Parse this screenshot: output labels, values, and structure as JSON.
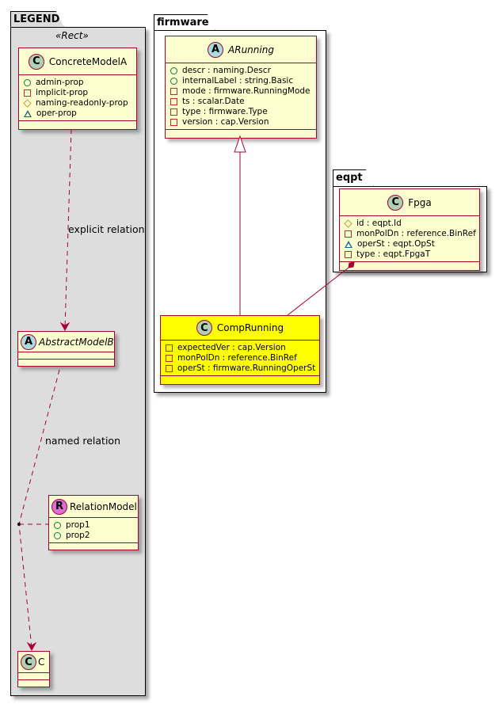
{
  "packages": {
    "legend": {
      "name": "LEGEND",
      "stereotype": "«Rect»",
      "classes": {
        "concrete": {
          "kind": "class",
          "badge": "C",
          "name": "ConcreteModelA",
          "attributes": [
            {
              "visibility": "public",
              "text": "admin-prop"
            },
            {
              "visibility": "private",
              "text": "implicit-prop"
            },
            {
              "visibility": "protected",
              "text": "naming-readonly-prop"
            },
            {
              "visibility": "package",
              "text": "oper-prop"
            }
          ]
        },
        "abstract": {
          "kind": "abstract",
          "badge": "A",
          "name": "AbstractModelB",
          "attributes": []
        },
        "relation": {
          "kind": "relation",
          "badge": "R",
          "name": "RelationModel",
          "attributes": [
            {
              "visibility": "public",
              "text": "prop1"
            },
            {
              "visibility": "public",
              "text": "prop2"
            }
          ]
        },
        "c": {
          "kind": "class",
          "badge": "C",
          "name": "C",
          "attributes": []
        }
      },
      "relations": {
        "explicit": "explicit relation",
        "named": "named relation"
      }
    },
    "firmware": {
      "name": "firmware",
      "classes": {
        "arunning": {
          "kind": "abstract",
          "badge": "A",
          "name": "ARunning",
          "attributes": [
            {
              "visibility": "public",
              "text": "descr : naming.Descr"
            },
            {
              "visibility": "public",
              "text": "internalLabel : string.Basic"
            },
            {
              "visibility": "private",
              "text": "mode : firmware.RunningMode"
            },
            {
              "visibility": "private",
              "text": "ts : scalar.Date"
            },
            {
              "visibility": "private",
              "text": "type : firmware.Type"
            },
            {
              "visibility": "private",
              "text": "version : cap.Version"
            }
          ]
        },
        "comprunning": {
          "kind": "class",
          "badge": "C",
          "name": "CompRunning",
          "highlight": "#ffff00",
          "attributes": [
            {
              "visibility": "private",
              "text": "expectedVer : cap.Version"
            },
            {
              "visibility": "private",
              "text": "monPolDn : reference.BinRef"
            },
            {
              "visibility": "private",
              "text": "operSt : firmware.RunningOperSt"
            }
          ]
        }
      }
    },
    "eqpt": {
      "name": "eqpt",
      "classes": {
        "fpga": {
          "kind": "class",
          "badge": "C",
          "name": "Fpga",
          "attributes": [
            {
              "visibility": "protected",
              "text": "id : eqpt.Id"
            },
            {
              "visibility": "private",
              "text": "monPolDn : reference.BinRef"
            },
            {
              "visibility": "package",
              "text": "operSt : eqpt.OpSt"
            },
            {
              "visibility": "private",
              "text": "type : eqpt.FpgaT"
            }
          ]
        }
      }
    }
  },
  "colors": {
    "class_fill": "#fefece",
    "class_border": "#a80036",
    "highlight_fill": "#ffff00",
    "legend_fill": "#dddddd"
  }
}
